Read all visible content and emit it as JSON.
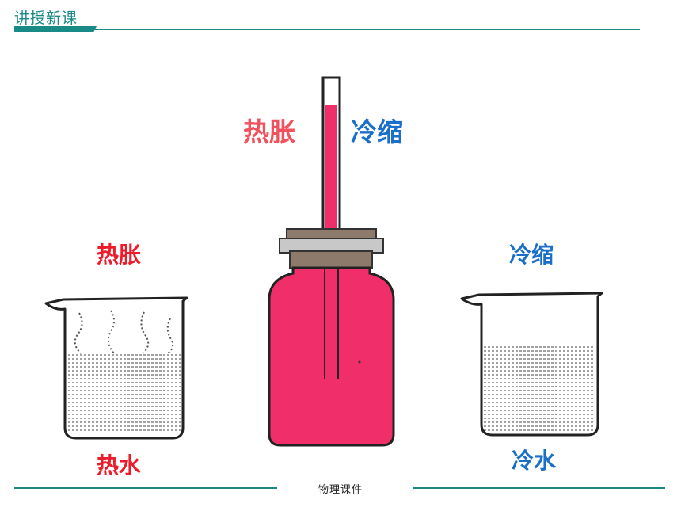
{
  "header": {
    "title": "讲授新课"
  },
  "labels": {
    "tube_left": "热胀",
    "tube_right": "冷缩",
    "left_beaker_top": "热胀",
    "right_beaker_top": "冷缩",
    "left_beaker_bottom": "热水",
    "right_beaker_bottom": "冷水"
  },
  "footer": {
    "text": "物理课件"
  },
  "colors": {
    "accent": "#1a8a86",
    "liquid": "#f02e6a",
    "hot": "#ee1b2a",
    "cold": "#1a6fc9"
  }
}
